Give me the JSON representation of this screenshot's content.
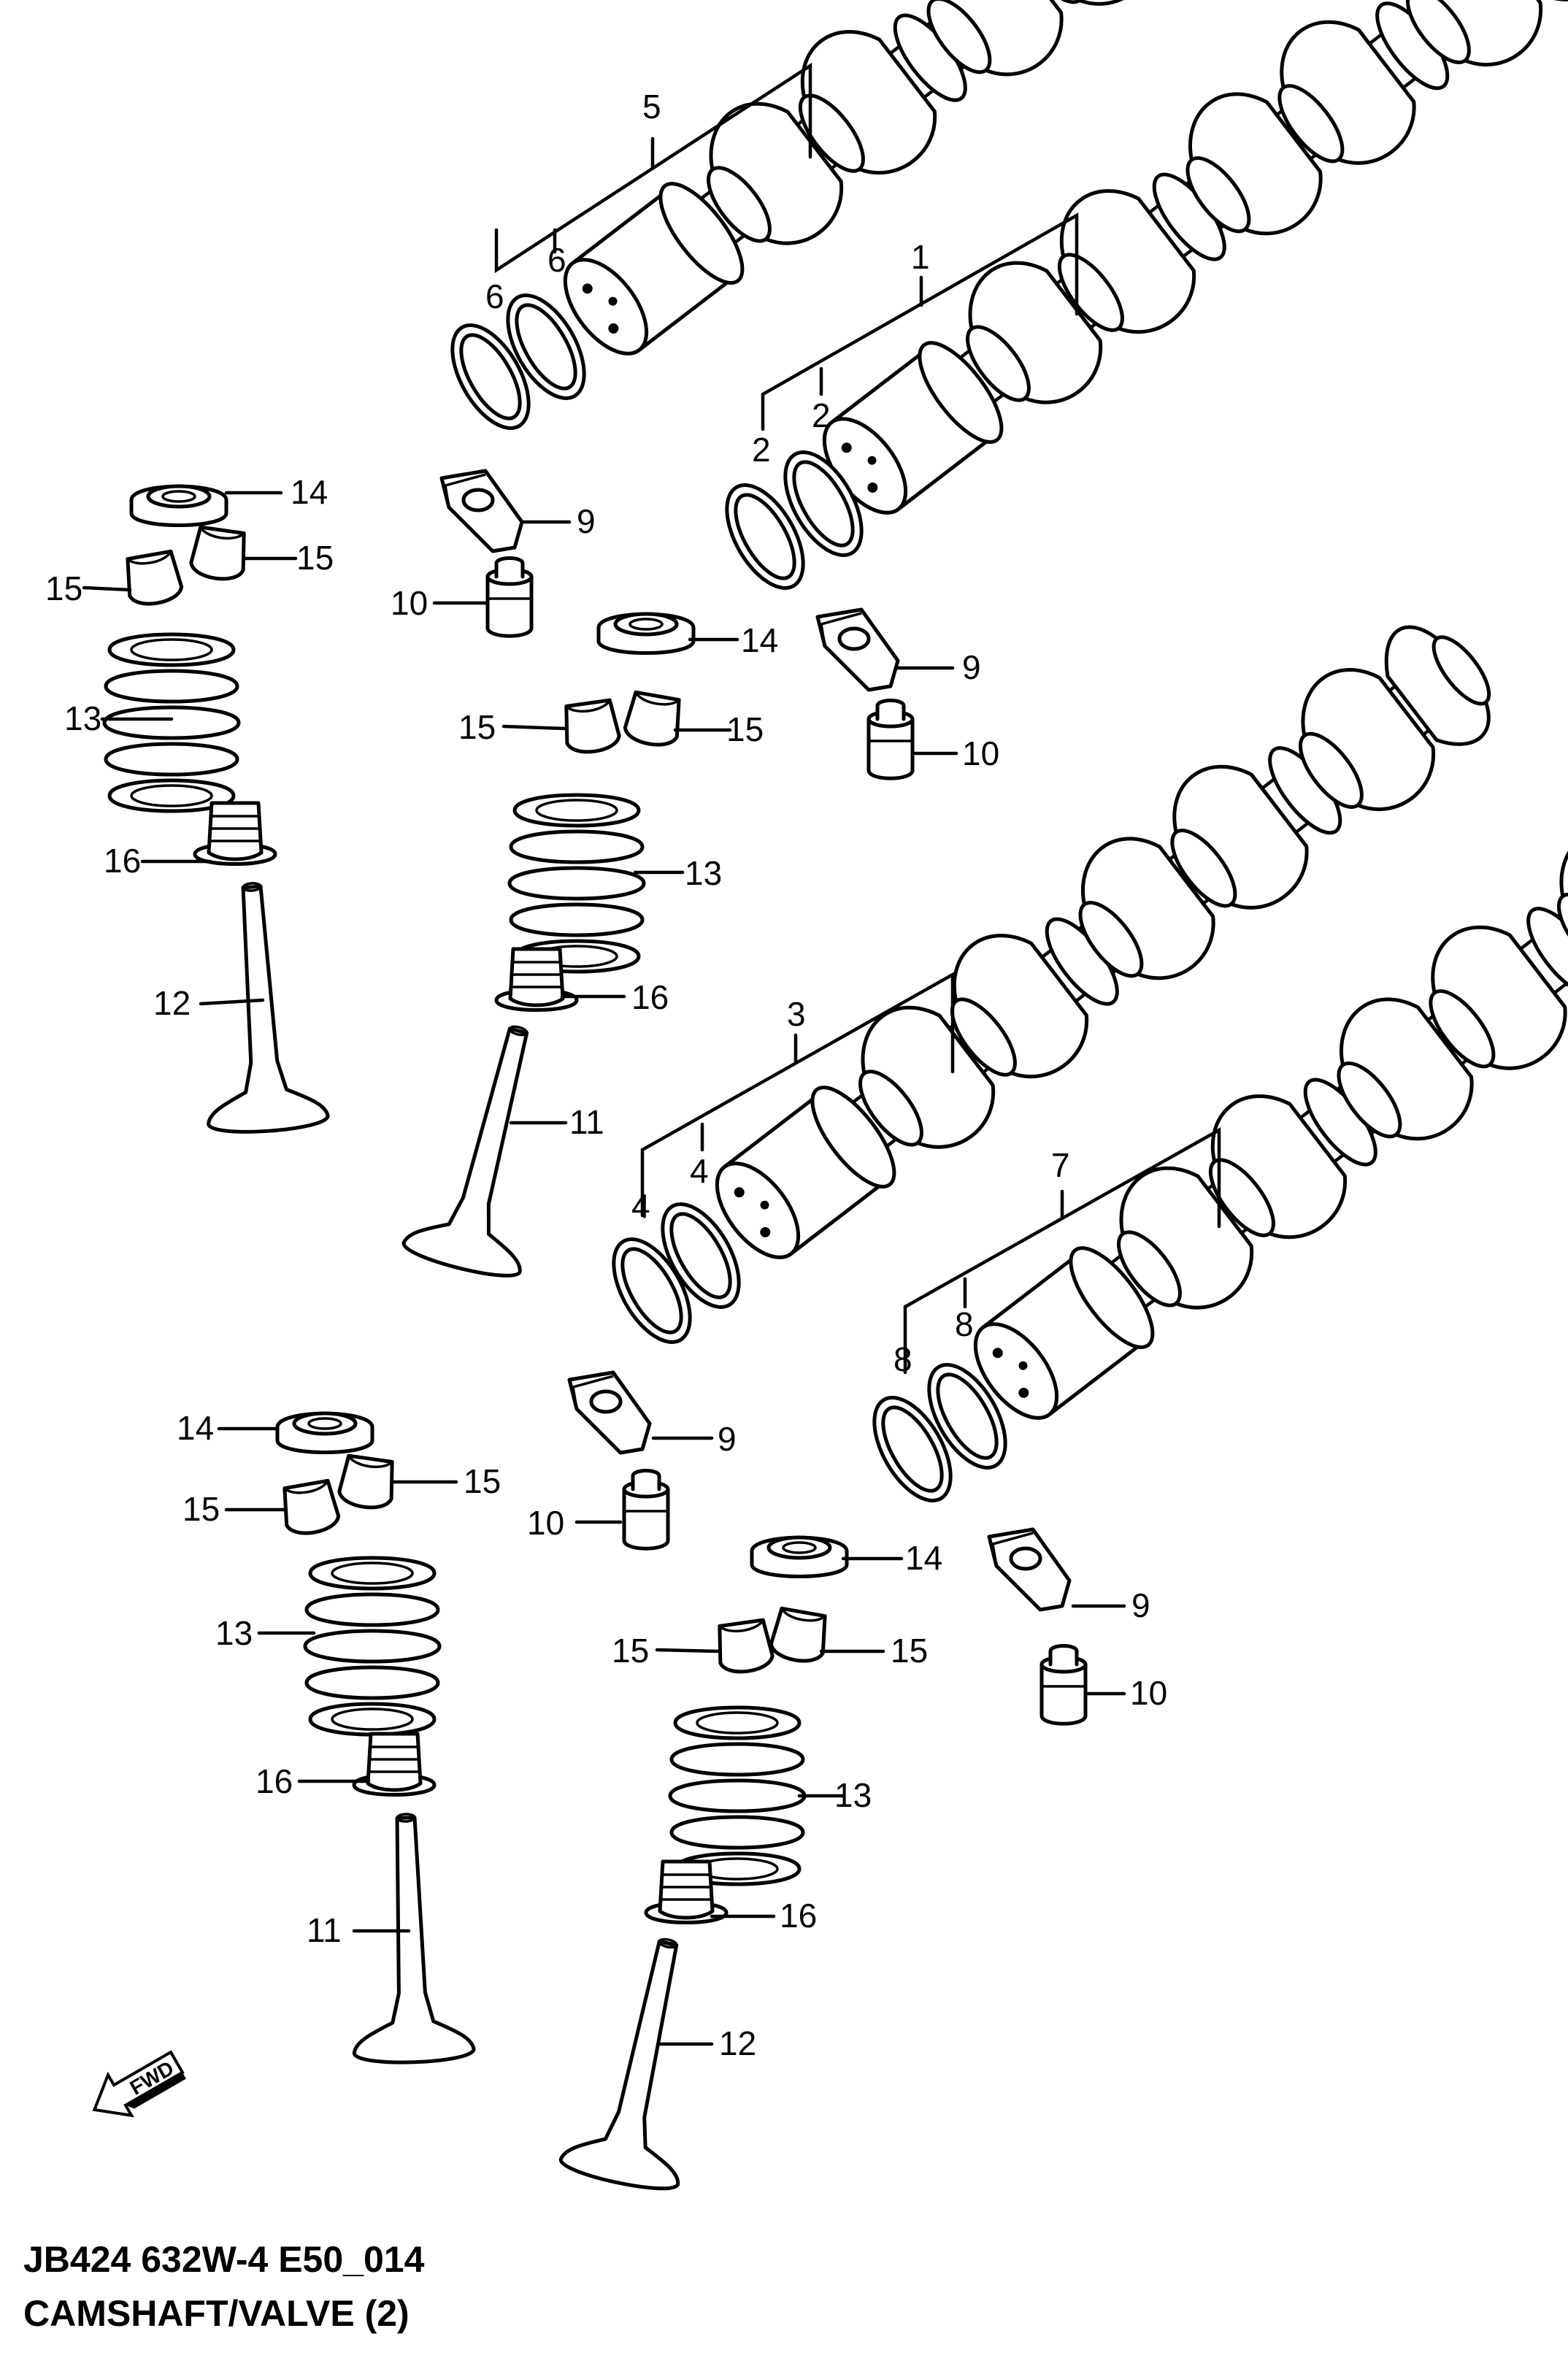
{
  "footer": {
    "code": "JB424 632W-4 E50_014",
    "title": "CAMSHAFT/VALVE (2)"
  },
  "fwd_label": "FWD",
  "callouts": {
    "c1": "1",
    "c2": "2",
    "c3": "3",
    "c4": "4",
    "c5": "5",
    "c6": "6",
    "c7": "7",
    "c8": "8",
    "c9": "9",
    "c10": "10",
    "c11": "11",
    "c12": "12",
    "c13": "13",
    "c14": "14",
    "c15": "15",
    "c16": "16"
  }
}
